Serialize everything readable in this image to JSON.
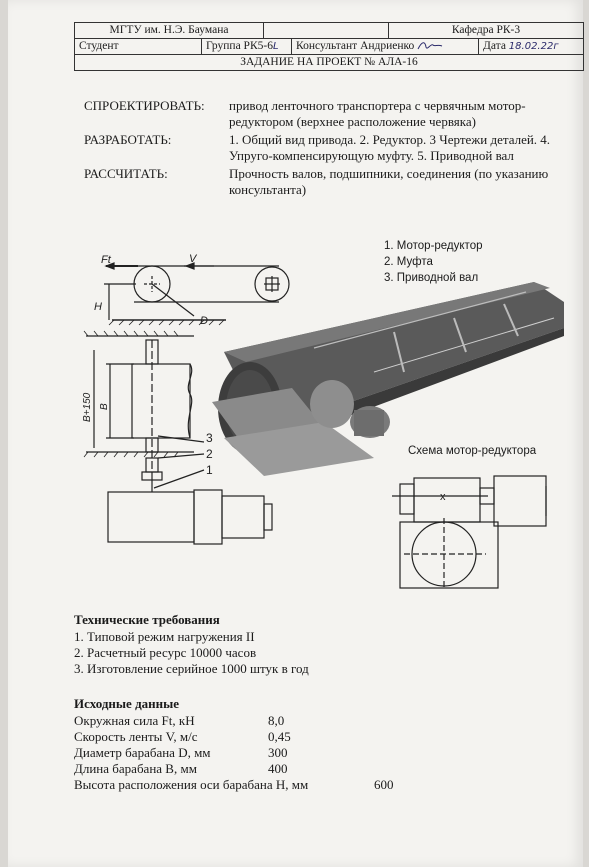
{
  "header": {
    "university": "МГТУ им. Н.Э. Баумана",
    "department": "Кафедра РК-3",
    "student_label": "Студент",
    "student_value": "",
    "group_label": "Группа РК5-6",
    "group_suffix": "L",
    "consultant_label": "Консультант Андриенко",
    "date_label": "Дата",
    "date_value": "18.02.22г",
    "assignment": "ЗАДАНИЕ НА ПРОЕКТ № АЛА-16"
  },
  "tasks": [
    {
      "key": "СПРОЕКТИРОВАТЬ:",
      "text": "привод ленточного транспортера с червячным мотор-редуктором (верхнее расположение червяка)"
    },
    {
      "key": "РАЗРАБОТАТЬ:",
      "text": "1. Общий вид привода. 2. Редуктор. 3 Чертежи деталей. 4. Упруго-компенсирующую муфту. 5. Приводной вал"
    },
    {
      "key": "РАССЧИТАТЬ:",
      "text": "Прочность валов, подшипники, соединения (по указанию консультанта)"
    }
  ],
  "drawing": {
    "label_ft": "Ft",
    "label_v": "V",
    "label_h": "H",
    "label_d": "D",
    "label_b150": "B+150",
    "label_b": "B",
    "num_3": "3",
    "num_2": "2",
    "num_1": "1",
    "legend": [
      "1. Мотор-редуктор",
      "2. Муфта",
      "3. Приводной вал"
    ],
    "schema_title": "Схема мотор-редуктора",
    "schema_x": "x"
  },
  "requirements": {
    "title": "Технические требования",
    "items": [
      "1. Типовой режим нагружения II",
      "2. Расчетный ресурс 10000 часов",
      "3. Изготовление серийное 1000 штук в год"
    ]
  },
  "input_data": {
    "title": "Исходные данные",
    "rows": [
      {
        "label": "Окружная сила Ft, кН",
        "value": "8,0"
      },
      {
        "label": "Скорость ленты V, м/с",
        "value": "0,45"
      },
      {
        "label": "Диаметр барабана D, мм",
        "value": "300"
      },
      {
        "label": "Длина барабана B, мм",
        "value": "400"
      }
    ],
    "last_row": {
      "label": "Высота расположения оси барабана H, мм",
      "value": "600"
    }
  }
}
